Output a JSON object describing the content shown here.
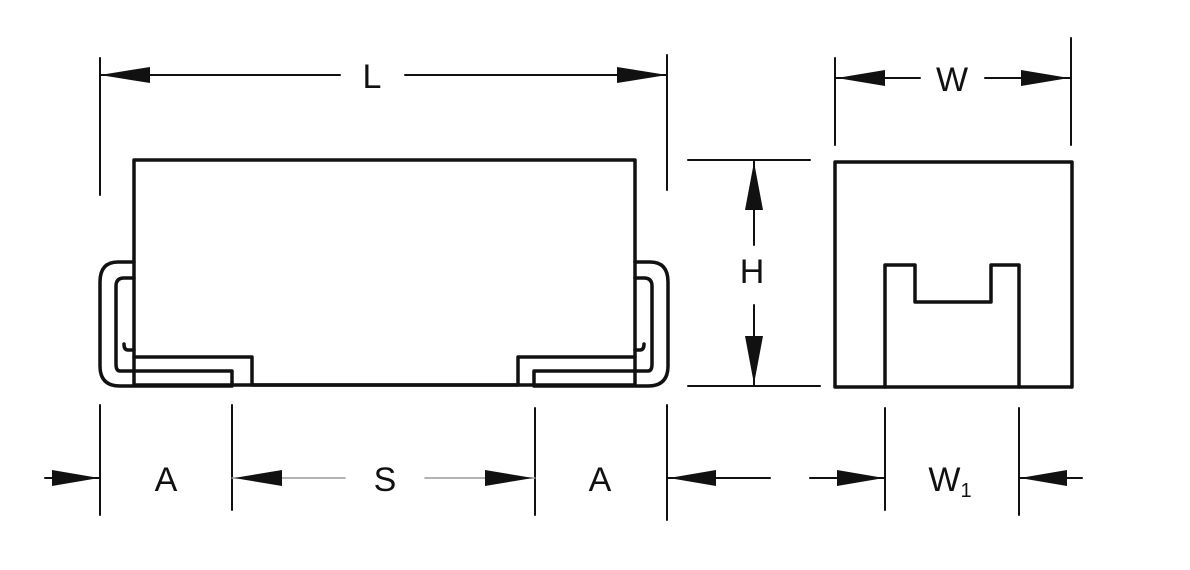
{
  "labels": {
    "L": "L",
    "W": "W",
    "H": "H",
    "A_left": "A",
    "S": "S",
    "A_right": "A",
    "W1_main": "W",
    "W1_sub": "1"
  },
  "colors": {
    "ink": "#111111",
    "background": "#ffffff"
  }
}
